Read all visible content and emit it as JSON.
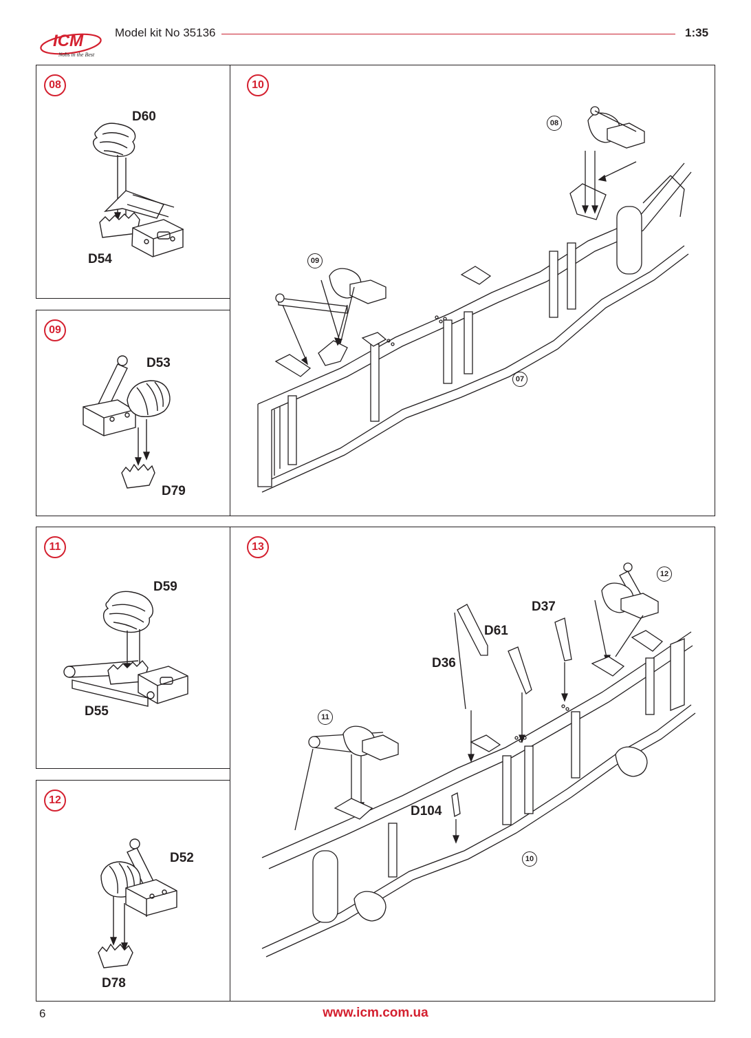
{
  "header": {
    "logo_text": "ICM",
    "logo_tagline": "Nobs in the Best",
    "title": "Model kit No 35136",
    "scale": "1:35"
  },
  "colors": {
    "accent": "#d4202f",
    "ink": "#231f20"
  },
  "steps": {
    "s08": {
      "number": "08",
      "parts": [
        "D60",
        "D54"
      ]
    },
    "s09": {
      "number": "09",
      "parts": [
        "D53",
        "D79"
      ]
    },
    "s10": {
      "number": "10",
      "refs": [
        "08",
        "09",
        "07"
      ]
    },
    "s11": {
      "number": "11",
      "parts": [
        "D59",
        "D55"
      ]
    },
    "s12": {
      "number": "12",
      "parts": [
        "D52",
        "D78"
      ]
    },
    "s13": {
      "number": "13",
      "parts": [
        "D37",
        "D61",
        "D36",
        "D104"
      ],
      "refs": [
        "12",
        "11",
        "10"
      ]
    }
  },
  "footer": {
    "page_number": "6",
    "website": "www.icm.com.ua"
  }
}
